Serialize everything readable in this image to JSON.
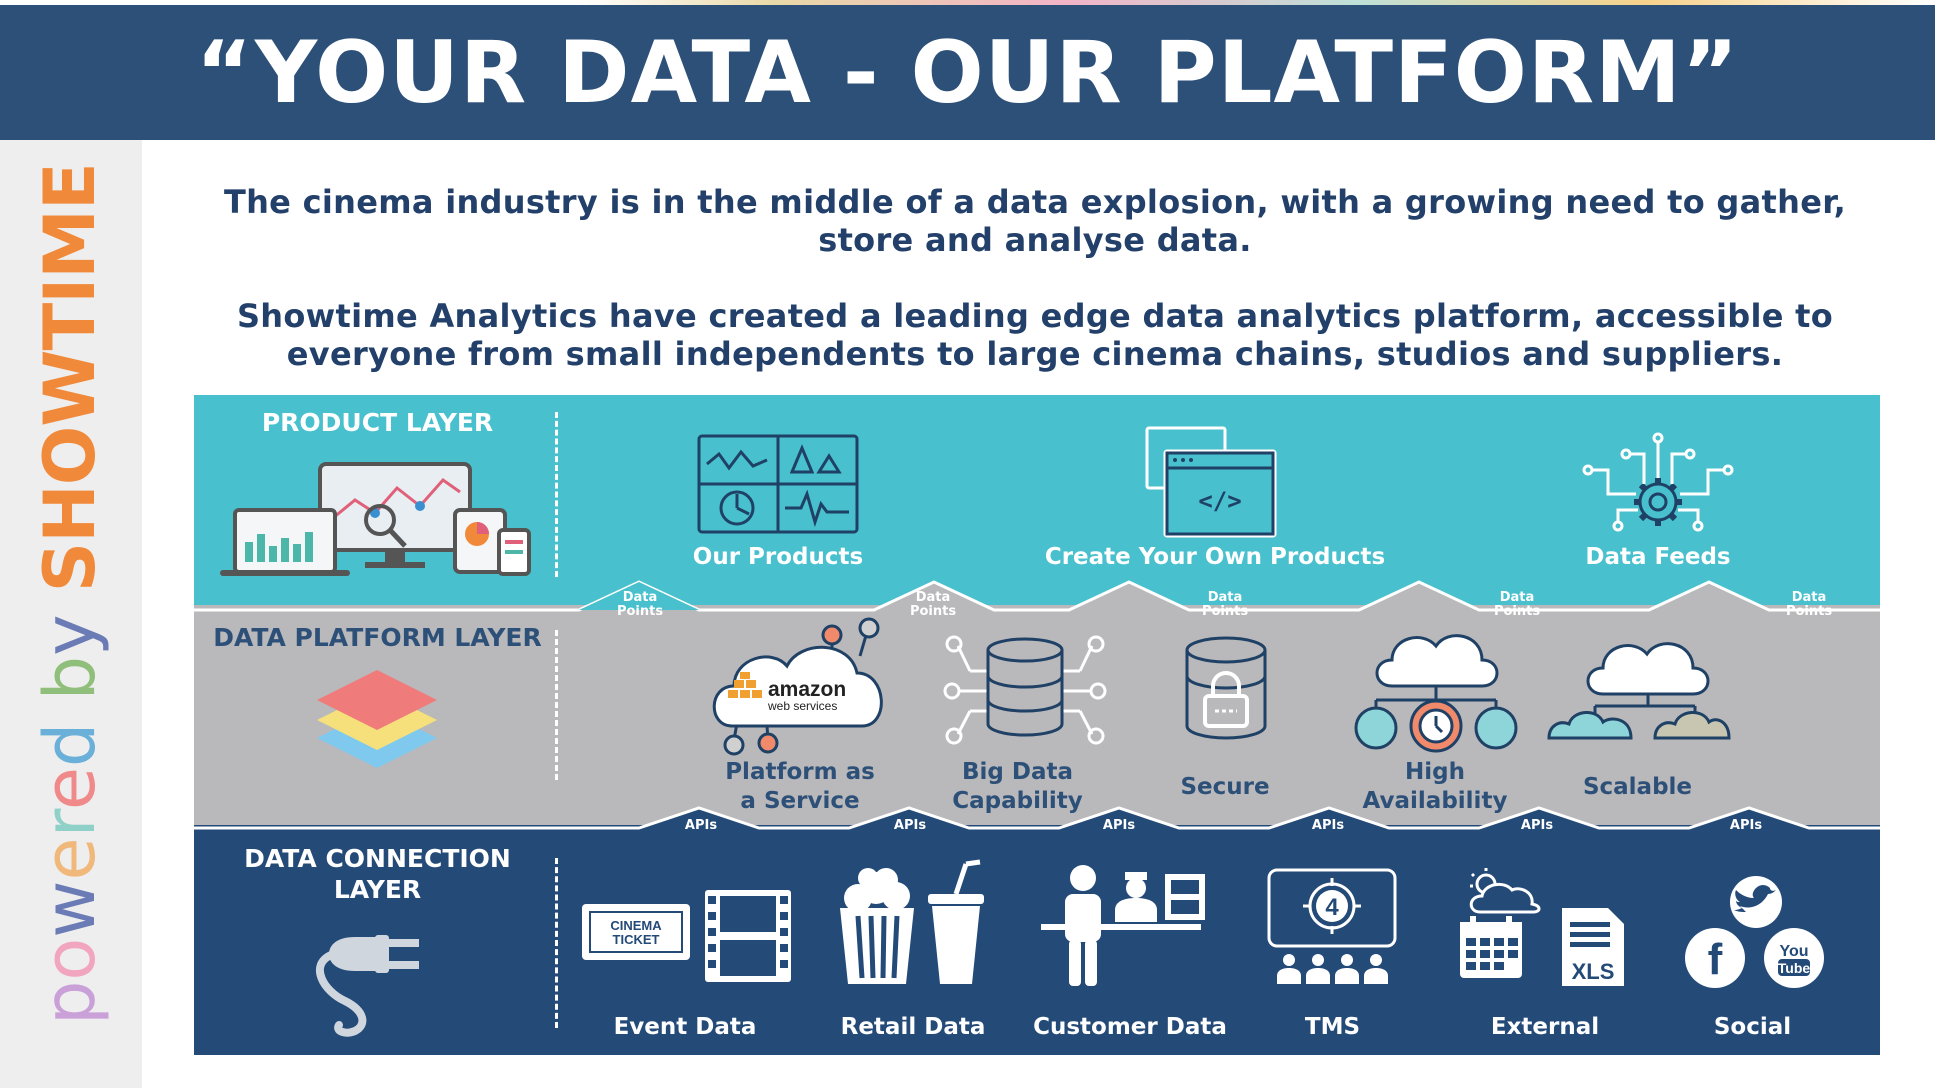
{
  "header": {
    "title": "“YOUR DATA - OUR PLATFORM”"
  },
  "side": {
    "prefix": "powered by ",
    "brand": "SHOWTIME"
  },
  "intro": {
    "line1": "The cinema industry is in the middle of a data explosion, with a growing need to gather,",
    "line2": "store and analyse data.",
    "line3": "Showtime Analytics have created a leading edge data analytics platform, accessible to",
    "line4": "everyone from small independents to large cinema chains, studios and suppliers."
  },
  "product_layer": {
    "title": "PRODUCT LAYER",
    "items": [
      {
        "label": "Our Products",
        "icon": "dashboard-grid-icon"
      },
      {
        "label": "Create Your Own Products",
        "icon": "code-window-icon"
      },
      {
        "label": "Data Feeds",
        "icon": "gear-network-icon"
      }
    ]
  },
  "connector_top": {
    "line1": "Data",
    "line2": "Points"
  },
  "platform_layer": {
    "title": "DATA PLATFORM LAYER",
    "aws": {
      "word": "amazon",
      "sub": "web services"
    },
    "items": [
      {
        "line1": "Platform as",
        "line2": "a Service",
        "icon": "aws-cloud-icon"
      },
      {
        "line1": "Big Data",
        "line2": "Capability",
        "icon": "database-network-icon"
      },
      {
        "line1": "Secure",
        "icon": "database-lock-icon"
      },
      {
        "line1": "High",
        "line2": "Availability",
        "icon": "cloud-clock-icon"
      },
      {
        "line1": "Scalable",
        "icon": "cloud-scale-icon"
      }
    ]
  },
  "connector_bottom": {
    "label": "APIs"
  },
  "connection_layer": {
    "title_line1": "DATA CONNECTION",
    "title_line2": "LAYER",
    "ticket_line1": "CINEMA",
    "ticket_line2": "TICKET",
    "tms_number": "4",
    "xls_text": "XLS",
    "twitter_glyph": "🐦",
    "facebook_glyph": "f",
    "youtube_line1": "You",
    "youtube_line2": "Tube",
    "items": [
      {
        "label": "Event Data",
        "icon": "ticket-film-icon"
      },
      {
        "label": "Retail Data",
        "icon": "popcorn-drink-icon"
      },
      {
        "label": "Customer Data",
        "icon": "customer-counter-icon"
      },
      {
        "label": "TMS",
        "icon": "screen-audience-icon"
      },
      {
        "label": "External",
        "icon": "weather-calendar-xls-icon"
      },
      {
        "label": "Social",
        "icon": "social-media-icon"
      }
    ]
  },
  "colors": {
    "header": "#2d5078",
    "product": "#48c0ce",
    "platform": "#b9b8bb",
    "connection": "#244a78",
    "brand_orange": "#f08a3a"
  }
}
